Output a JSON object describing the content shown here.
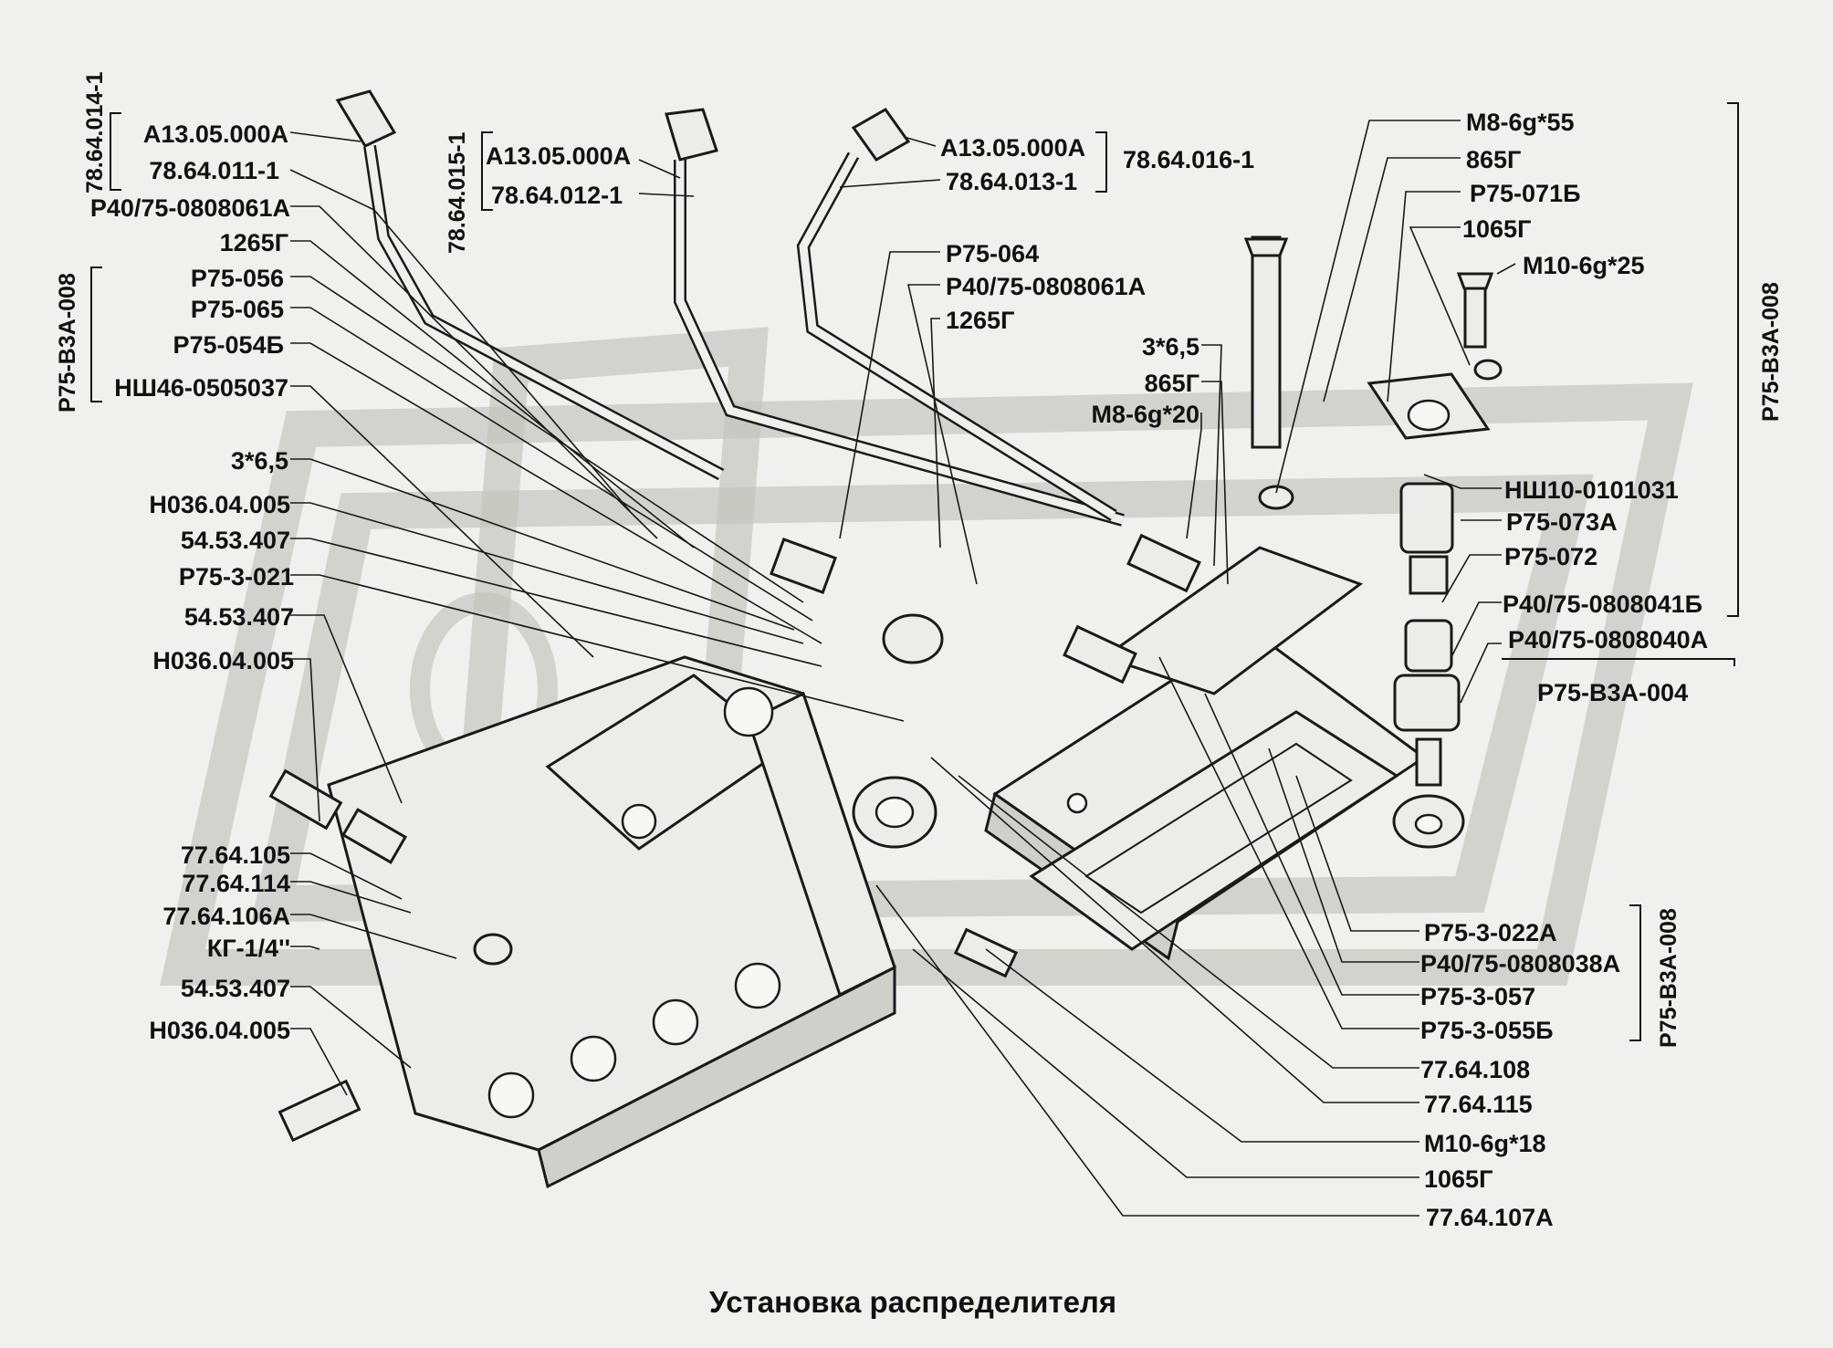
{
  "title": "Установка распределителя",
  "colors": {
    "background": "#f0f0ee",
    "ink": "#111111",
    "watermark": "#c4c4c1"
  },
  "left_labels": [
    "А13.05.000А",
    "78.64.011-1",
    "Р40/75-0808061А",
    "1265Г",
    "Р75-056",
    "Р75-065",
    "Р75-054Б",
    "НШ46-0505037",
    "3*6,5",
    "Н036.04.005",
    "54.53.407",
    "Р75-3-021",
    "54.53.407",
    "Н036.04.005",
    "77.64.105",
    "77.64.114",
    "77.64.106А",
    "КГ-1/4''",
    "54.53.407",
    "Н036.04.005"
  ],
  "top_labels": {
    "lever2_knob": "А13.05.000А",
    "lever2_rod": "78.64.012-1",
    "lever3_knob": "А13.05.000А",
    "lever3_rod": "78.64.013-1",
    "lever3_assembly": "78.64.016-1"
  },
  "center_labels": [
    "Р75-064",
    "Р40/75-0808061А",
    "1265Г",
    "3*6,5",
    "865Г",
    "М8-6g*20"
  ],
  "right_labels": [
    "М8-6g*55",
    "865Г",
    "Р75-071Б",
    "1065Г",
    "М10-6g*25",
    "НШ10-0101031",
    "Р75-073А",
    "Р75-072",
    "Р40/75-0808041Б",
    "Р40/75-0808040А",
    "Р75-В3А-004"
  ],
  "bottom_right_labels": [
    "Р75-3-022А",
    "Р40/75-0808038А",
    "Р75-3-057",
    "Р75-3-055Б",
    "77.64.108",
    "77.64.115",
    "М10-6g*18",
    "1065Г",
    "77.64.107А"
  ],
  "vertical_labels": {
    "lever1_assembly": "78.64.014-1",
    "lever2_assembly": "78.64.015-1",
    "left_group": "Р75-В3А-008",
    "right_group": "Р75-В3А-008",
    "bottom_right_group": "Р75-В3А-008"
  }
}
